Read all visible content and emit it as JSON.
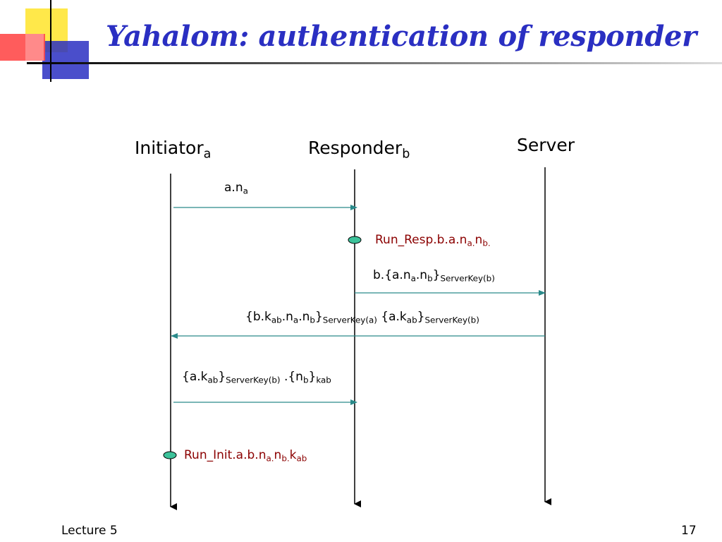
{
  "slide": {
    "title": "Yahalom: authentication of responder",
    "footer_left": "Lecture 5",
    "page_number": "17"
  },
  "colors": {
    "title": "#2a2fc2",
    "arrow": "#2a8a8a",
    "event_text": "#8b0000",
    "event_marker": "#3cc29a",
    "deco_yellow": "#ffe84a",
    "deco_red": "#ff4a4a",
    "deco_blue": "#2a2fc2"
  },
  "participants": {
    "initiator": {
      "name": "Initiator",
      "sub": "a"
    },
    "responder": {
      "name": "Responder",
      "sub": "b"
    },
    "server": {
      "name": "Server"
    }
  },
  "messages": {
    "m1": {
      "p1": "a.n",
      "s1": "a"
    },
    "m2": {
      "p1": "b.{a.n",
      "s1": "a",
      "p2": ".n",
      "s2": "b",
      "p3": "}",
      "s3": "ServerKey(b)"
    },
    "m3": {
      "p1": "{b.k",
      "s1": "ab",
      "p2": ".n",
      "s2": "a",
      "p3": ".n",
      "s3": "b",
      "p4": "}",
      "s4": "ServerKey(a)",
      "p5": " {a.k",
      "s5": "ab",
      "p6": "}",
      "s6": "ServerKey(b)"
    },
    "m4": {
      "p1": "{a.k",
      "s1": "ab",
      "p2": "}",
      "s2": "ServerKey(b)",
      "p3": " .{n",
      "s3": "b",
      "p4": "}",
      "s4": "kab"
    }
  },
  "events": {
    "run_resp": {
      "p1": "Run_Resp.b.a.n",
      "s1": "a.",
      "p2": "n",
      "s2": "b."
    },
    "run_init": {
      "p1": "Run_Init.a.b.n",
      "s1": "a.",
      "p2": "n",
      "s2": "b.",
      "p3": "k",
      "s3": "ab"
    }
  }
}
